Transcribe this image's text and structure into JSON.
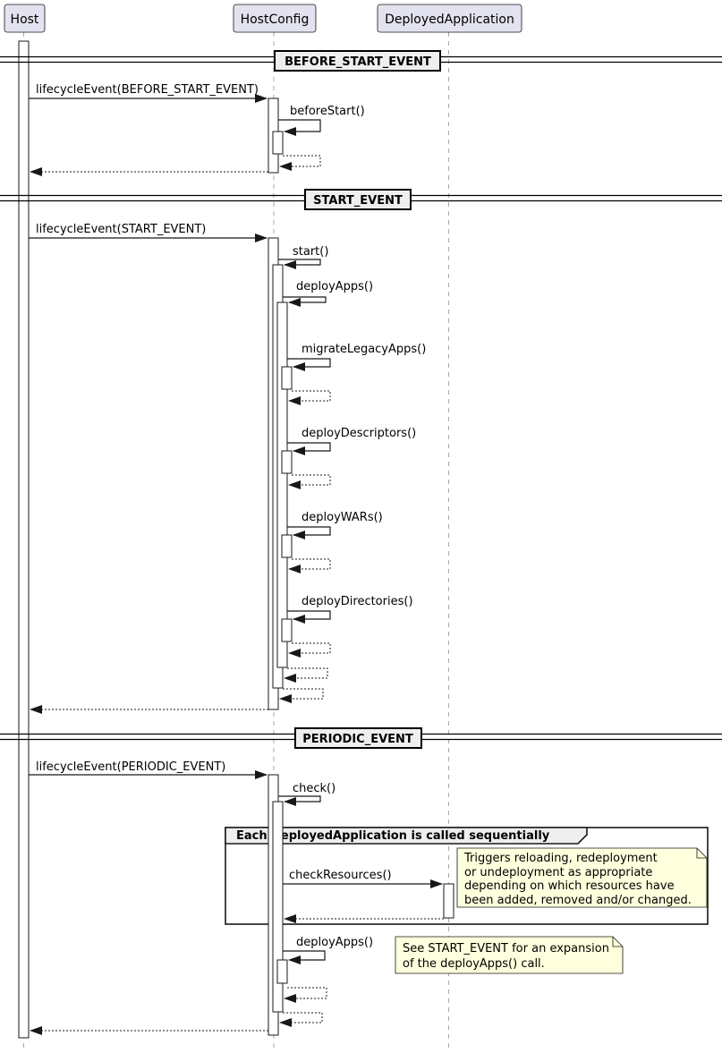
{
  "participants": [
    {
      "label": "Host"
    },
    {
      "label": "HostConfig"
    },
    {
      "label": "DeployedApplication"
    }
  ],
  "dividers": [
    {
      "label": "BEFORE_START_EVENT"
    },
    {
      "label": "START_EVENT"
    },
    {
      "label": "PERIODIC_EVENT"
    }
  ],
  "messages": {
    "lifecycle_before_start": "lifecycleEvent(BEFORE_START_EVENT)",
    "before_start": "beforeStart()",
    "lifecycle_start": "lifecycleEvent(START_EVENT)",
    "start": "start()",
    "deploy_apps": "deployApps()",
    "migrate_legacy_apps": "migrateLegacyApps()",
    "deploy_descriptors": "deployDescriptors()",
    "deploy_wars": "deployWARs()",
    "deploy_directories": "deployDirectories()",
    "lifecycle_periodic": "lifecycleEvent(PERIODIC_EVENT)",
    "check": "check()",
    "check_resources": "checkResources()",
    "deploy_apps_2": "deployApps()"
  },
  "group": {
    "label": "Each DeployedApplication is called sequentially"
  },
  "notes": [
    {
      "lines": [
        "Triggers reloading, redeployment",
        "or undeployment as appropriate",
        "depending on which resources have",
        "been added, removed and/or changed."
      ]
    },
    {
      "lines": [
        "See START_EVENT for an expansion",
        "of the deployApps() call."
      ]
    }
  ],
  "colors": {
    "participant_fill": "#E2E2F0",
    "note_fill": "#FEFFDD",
    "divider_fill": "#EEEEEE",
    "group_header_fill": "#EEEEEE",
    "line": "#181818",
    "lifeline": "#A8A8A8"
  }
}
